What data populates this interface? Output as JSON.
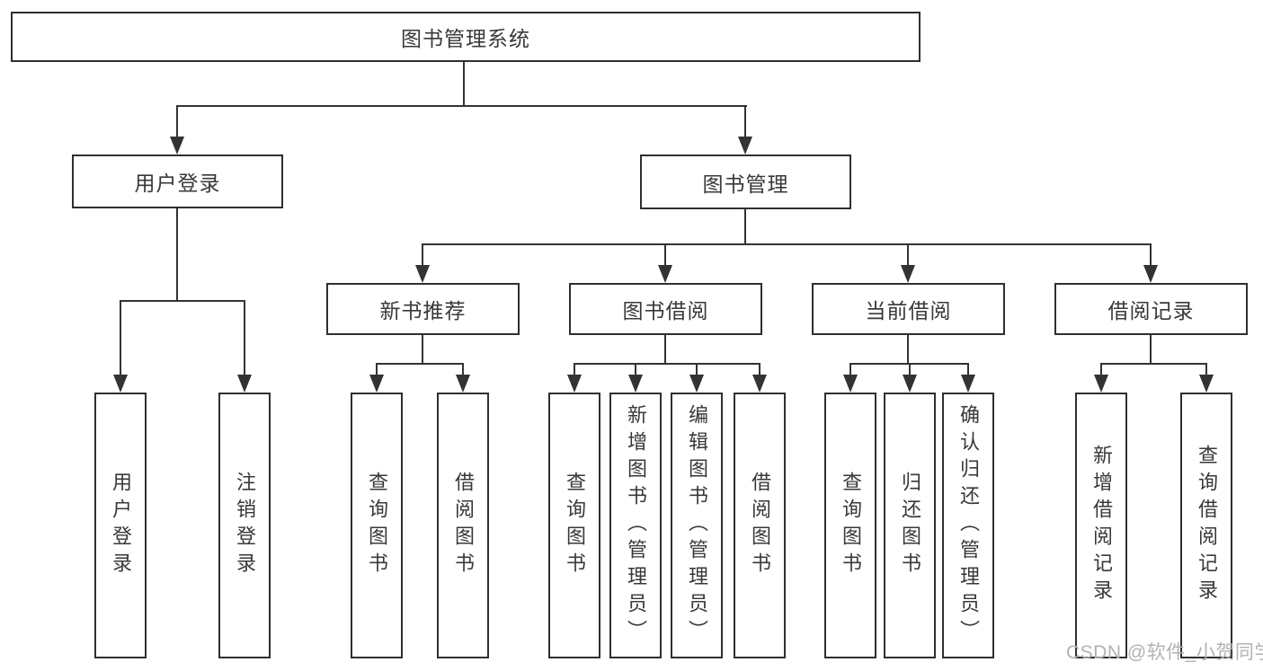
{
  "tree": {
    "root": {
      "label": "图书管理系统"
    },
    "children": [
      {
        "label": "用户登录",
        "children": [
          {
            "label": "用户登录"
          },
          {
            "label": "注销登录"
          }
        ]
      },
      {
        "label": "图书管理",
        "children": [
          {
            "label": "新书推荐",
            "children": [
              {
                "label": "查询图书"
              },
              {
                "label": "借阅图书"
              }
            ]
          },
          {
            "label": "图书借阅",
            "children": [
              {
                "label": "查询图书"
              },
              {
                "label": "新增图书（管理员）"
              },
              {
                "label": "编辑图书（管理员）"
              },
              {
                "label": "借阅图书"
              }
            ]
          },
          {
            "label": "当前借阅",
            "children": [
              {
                "label": "查询图书"
              },
              {
                "label": "归还图书"
              },
              {
                "label": "确认归还（管理员）"
              }
            ]
          },
          {
            "label": "借阅记录",
            "children": [
              {
                "label": "新增借阅记录"
              },
              {
                "label": "查询借阅记录"
              }
            ]
          }
        ]
      }
    ]
  },
  "watermark": {
    "text": "CSDN @软件_小贺同学"
  },
  "colors": {
    "line": "#333333",
    "box_border": "#2f2f2f",
    "text": "#383838",
    "watermark": "#b2b2b2",
    "background": "#ffffff"
  }
}
